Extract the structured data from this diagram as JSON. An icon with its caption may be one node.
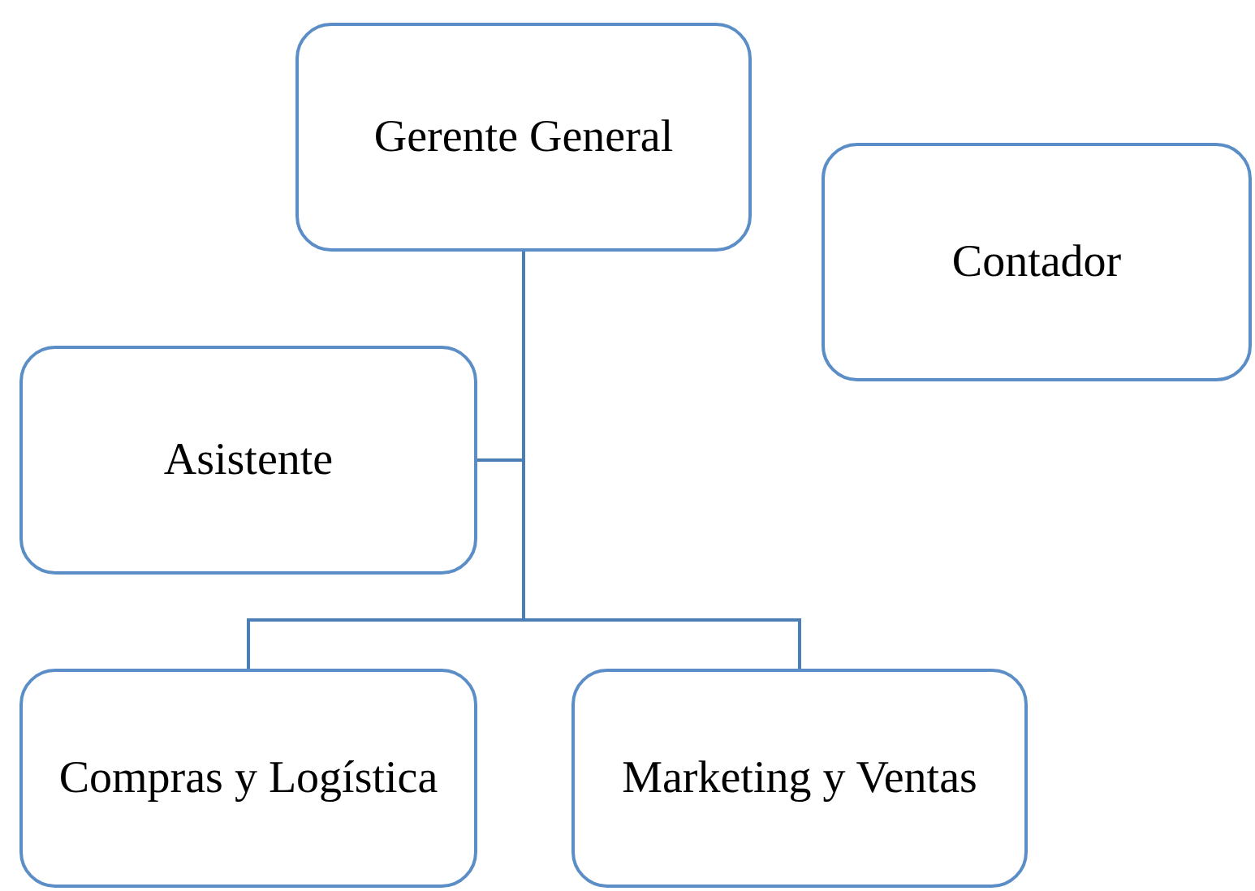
{
  "diagram": {
    "nodes": [
      {
        "text": [
          "Gerente General"
        ]
      },
      {
        "text": [
          "Contador"
        ]
      },
      {
        "text": [
          "Asistente"
        ]
      },
      {
        "text": [
          "Compras y Logística"
        ]
      },
      {
        "text": [
          "Marketing y Ventas"
        ]
      }
    ],
    "edges": [
      {
        "from": 0,
        "to": 2,
        "arrow": "none"
      },
      {
        "from": 0,
        "to": 3,
        "arrow": "none"
      },
      {
        "from": 0,
        "to": 4,
        "arrow": "none"
      }
    ]
  }
}
